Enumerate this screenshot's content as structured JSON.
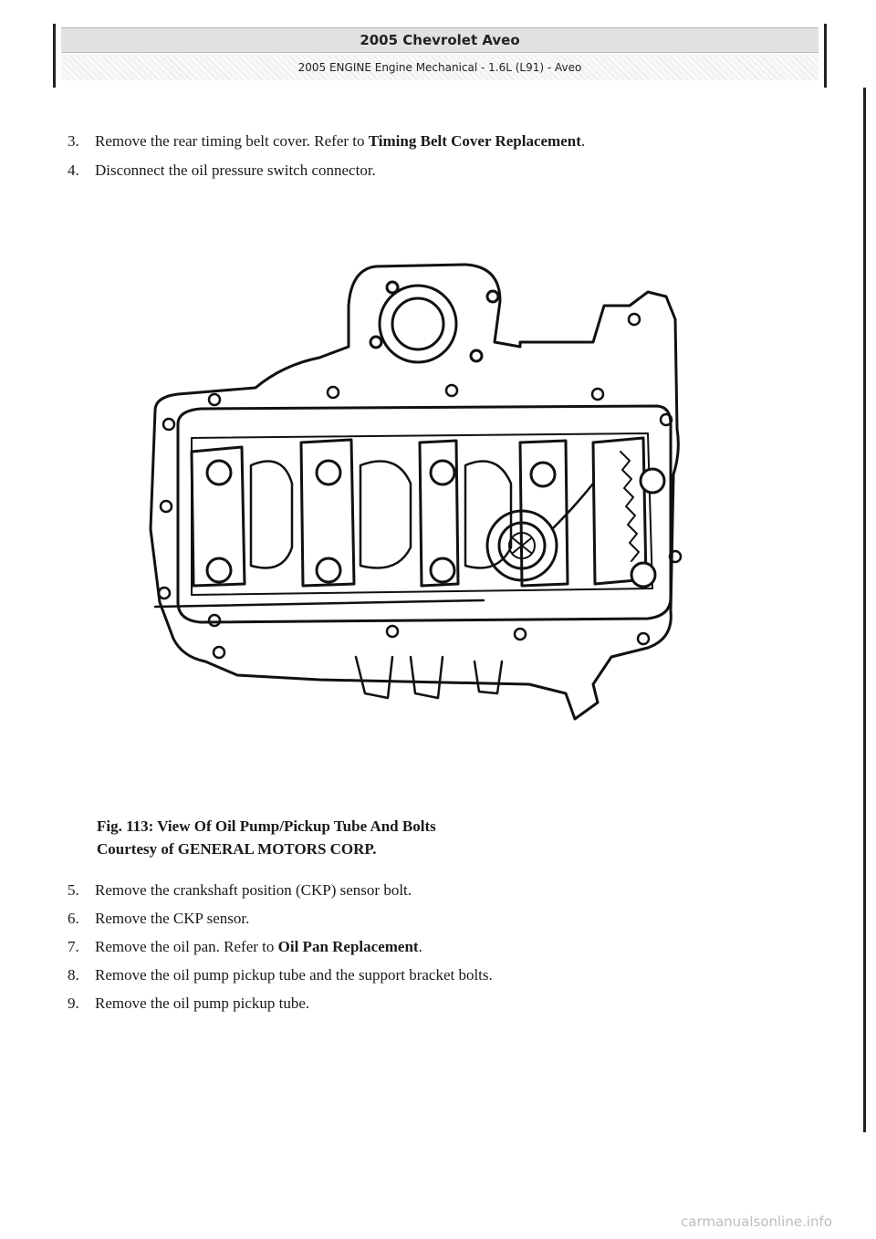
{
  "header": {
    "title": "2005 Chevrolet Aveo",
    "subtitle": "2005 ENGINE Engine Mechanical - 1.6L (L91) - Aveo"
  },
  "steps_before": [
    {
      "num": "3.",
      "text": "Remove the rear timing belt cover. Refer to ",
      "link": "Timing Belt Cover Replacement",
      "tail": "."
    },
    {
      "num": "4.",
      "text": "Disconnect the oil pressure switch connector.",
      "link": "",
      "tail": ""
    }
  ],
  "figure": {
    "caption_line1": "Fig. 113: View Of Oil Pump/Pickup Tube And Bolts",
    "caption_line2": "Courtesy of GENERAL MOTORS CORP."
  },
  "steps_after": [
    {
      "num": "5.",
      "text": "Remove the crankshaft position (CKP) sensor bolt.",
      "link": "",
      "tail": ""
    },
    {
      "num": "6.",
      "text": "Remove the CKP sensor.",
      "link": "",
      "tail": ""
    },
    {
      "num": "7.",
      "text": "Remove the oil pan. Refer to ",
      "link": "Oil Pan Replacement",
      "tail": "."
    },
    {
      "num": "8.",
      "text": "Remove the oil pump pickup tube and the support bracket bolts.",
      "link": "",
      "tail": ""
    },
    {
      "num": "9.",
      "text": "Remove the oil pump pickup tube.",
      "link": "",
      "tail": ""
    }
  ],
  "watermark": "carmanualsonline.info"
}
